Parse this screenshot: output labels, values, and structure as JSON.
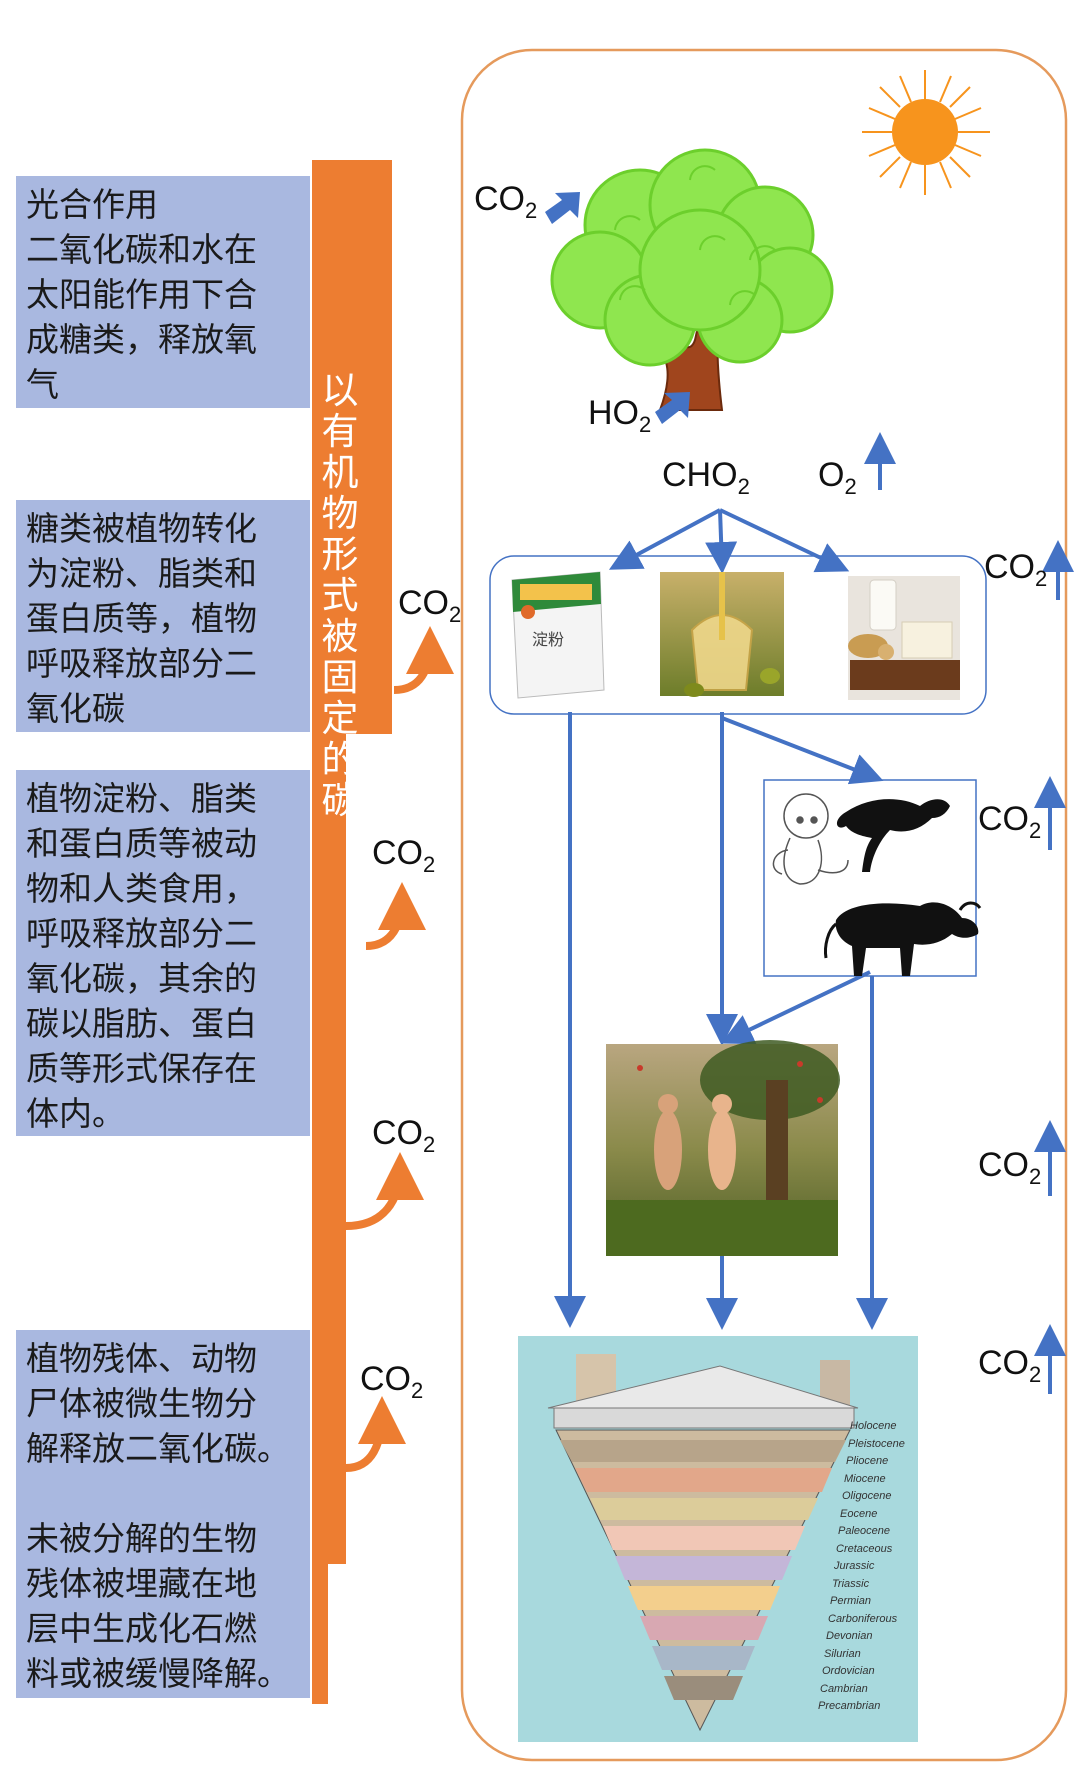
{
  "left_boxes": [
    {
      "text": "光合作用\n二氧化碳和水在\n太阳能作用下合\n成糖类，释放氧\n气"
    },
    {
      "text": "糖类被植物转化\n为淀粉、脂类和\n蛋白质等，植物\n呼吸释放部分二\n氧化碳"
    },
    {
      "text": "植物淀粉、脂类\n和蛋白质等被动\n物和人类食用，\n呼吸释放部分二\n氧化碳，其余的\n碳以脂肪、蛋白\n质等形式保存在\n体内。"
    },
    {
      "text": "植物残体、动物\n尸体被微生物分\n解释放二氧化碳。\n\n未被分解的生物\n残体被埋藏在地\n层中生成化石燃\n料或被缓慢降解。"
    }
  ],
  "vertical_label": "以有机物形式被固定的碳",
  "chem": {
    "co2_main": "CO",
    "co2_sub": "2",
    "ho2_main": "HO",
    "ho2_sub": "2",
    "cho2_main": "CHO",
    "cho2_sub": "2",
    "o2_main": "O",
    "o2_sub": "2"
  },
  "starch_bag_text": "淀粉",
  "colors": {
    "box_fill": "#a9b8e0",
    "orange": "#ed7d31",
    "arrow_blue": "#4472c4",
    "frame": "#e59a5c",
    "sun": "#f7941d"
  },
  "strata_labels": [
    "Holocene",
    "Pleistocene",
    "Pliocene",
    "Miocene",
    "Oligocene",
    "Eocene",
    "Paleocene",
    "Cretaceous",
    "Jurassic",
    "Triassic",
    "Permian",
    "Carboniferous",
    "Devonian",
    "Silurian",
    "Ordovician",
    "Cambrian",
    "Precambrian"
  ]
}
